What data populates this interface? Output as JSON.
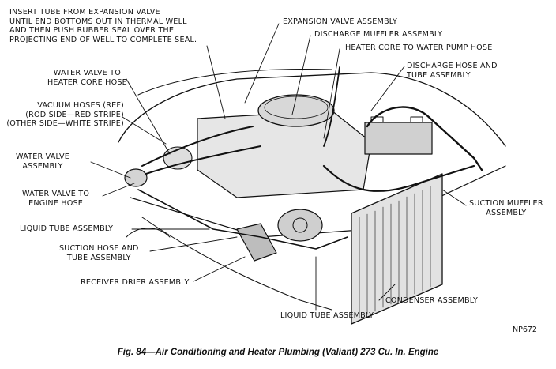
{
  "labels": {
    "insert_tube": "INSERT TUBE FROM EXPANSION VALVE\nUNTIL END BOTTOMS OUT IN THERMAL WELL\nAND THEN PUSH RUBBER SEAL OVER THE\nPROJECTING END OF WELL TO COMPLETE SEAL.",
    "expansion_valve": "EXPANSION VALVE ASSEMBLY",
    "discharge_muffler": "DISCHARGE MUFFLER ASSEMBLY",
    "heater_core_hose": "HEATER CORE TO WATER PUMP HOSE",
    "discharge_hose": "DISCHARGE HOSE AND\nTUBE ASSEMBLY",
    "water_valve_heater": "WATER VALVE TO\nHEATER CORE HOSE",
    "vacuum_hoses": "VACUUM HOSES (REF)\n(ROD SIDE—RED STRIPE)\n(OTHER SIDE—WHITE STRIPE)",
    "water_valve_assembly": "WATER VALVE\nASSEMBLY",
    "water_valve_engine": "WATER VALVE TO\nENGINE HOSE",
    "liquid_tube_left": "LIQUID TUBE ASSEMBLY",
    "suction_hose": "SUCTION HOSE AND\nTUBE ASSEMBLY",
    "receiver_drier": "RECEIVER DRIER ASSEMBLY",
    "suction_muffler": "SUCTION MUFFLER\nASSEMBLY",
    "condenser": "CONDENSER ASSEMBLY",
    "liquid_tube_bottom": "LIQUID TUBE ASSEMBLY"
  },
  "figure_id": "NP672",
  "caption": "Fig. 84—Air Conditioning and Heater Plumbing (Valiant) 273 Cu. In. Engine",
  "colors": {
    "ink": "#111111",
    "paper": "#ffffff",
    "shade": "#cfcfcf"
  }
}
